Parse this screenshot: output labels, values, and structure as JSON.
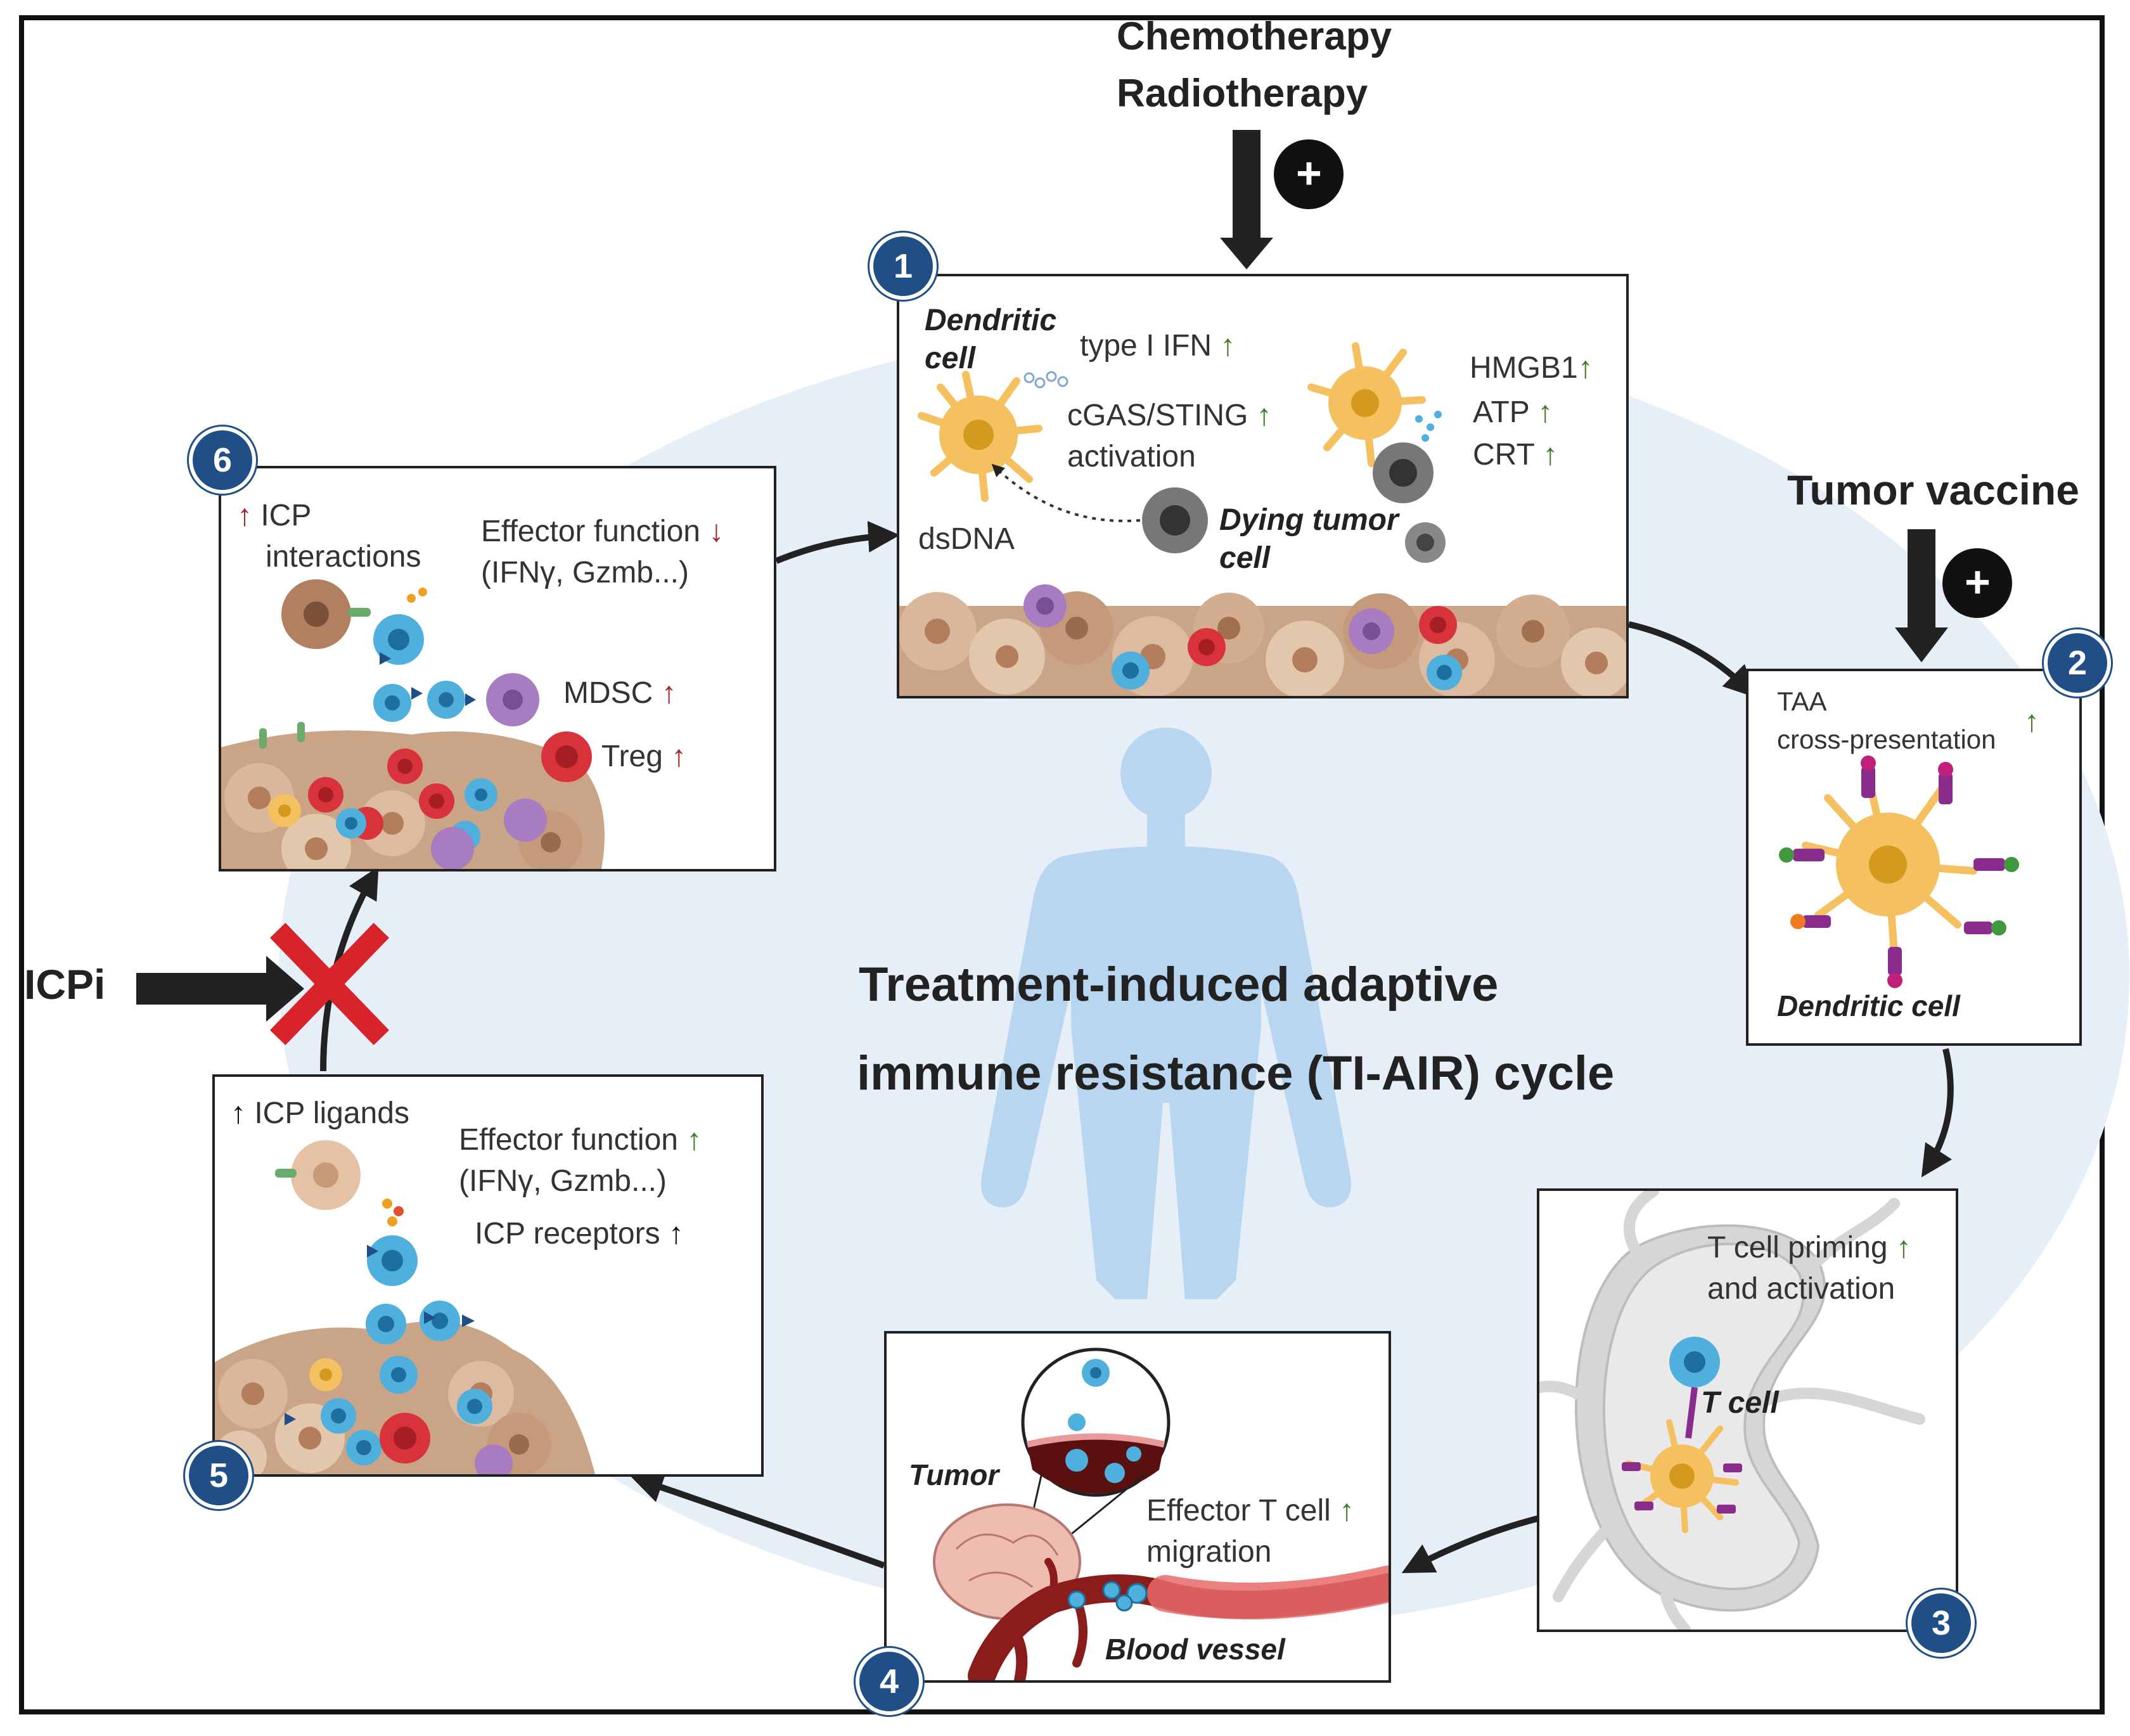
{
  "title": {
    "line1": "Treatment-induced adaptive",
    "line2": "immune resistance (TI-AIR) cycle"
  },
  "inputs": {
    "chemo": "Chemotherapy",
    "radio": "Radiotherapy",
    "vaccine": "Tumor vaccine",
    "icpi": "ICPi",
    "plus_symbol": "+"
  },
  "steps": [
    {
      "number": "1",
      "dendritic_cell_label_1": "Dendritic",
      "dendritic_cell_label_2": "cell",
      "type1_ifn": "type I IFN",
      "cgas_1": "cGAS/STING",
      "cgas_2": "activation",
      "dsdna": "dsDNA",
      "dying_1": "Dying tumor",
      "dying_2": "cell",
      "hmgb1": "HMGB1",
      "atp": "ATP",
      "crt": "CRT"
    },
    {
      "number": "2",
      "taa_1": "TAA",
      "taa_2": "cross-presentation",
      "dendritic_cell": "Dendritic cell"
    },
    {
      "number": "3",
      "priming_1": "T cell priming",
      "priming_2": "and activation",
      "t_cell": "T cell"
    },
    {
      "number": "4",
      "tumor": "Tumor",
      "migration_1": "Effector T cell",
      "migration_2": "migration",
      "blood_vessel": "Blood vessel"
    },
    {
      "number": "5",
      "icp_ligands": "ICP ligands",
      "effector_1": "Effector function",
      "effector_2": "(IFNγ, Gzmb...)",
      "icp_receptors": "ICP receptors"
    },
    {
      "number": "6",
      "icp_1": "ICP",
      "icp_2": "interactions",
      "effector_1": "Effector function",
      "effector_2": "(IFNγ, Gzmb...)",
      "mdsc": "MDSC",
      "treg": "Treg"
    }
  ],
  "arrows": {
    "up": "↑",
    "down": "↓"
  },
  "colors": {
    "badge": "#1f4f86",
    "increase": "#3f7a2a",
    "suppress_increase": "#a8262a",
    "block_x": "#d9232a",
    "dendritic": "#f5c060",
    "t_cell": "#4fb0de",
    "treg": "#d8333a",
    "mdsc": "#a77cc0",
    "tumor": "#d8b79a",
    "dying": "#777777",
    "vessel": "#8a1c1c",
    "backdrop": "#e5eef8",
    "silhouette": "#b4d4ee"
  }
}
